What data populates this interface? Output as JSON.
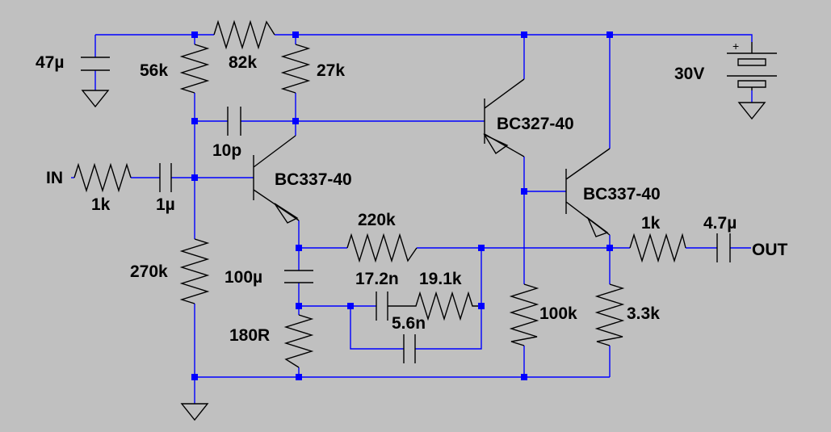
{
  "labels": {
    "c_47u": "47µ",
    "r_56k": "56k",
    "r_82k": "82k",
    "r_27k": "27k",
    "v_30v": "30V",
    "c_10p": "10p",
    "q_bc327": "BC327-40",
    "in": "IN",
    "q_bc337_1": "BC337-40",
    "q_bc337_2": "BC337-40",
    "r_1k_in": "1k",
    "c_1u": "1µ",
    "r_220k": "220k",
    "r_1k_out": "1k",
    "c_4_7u": "4.7µ",
    "out": "OUT",
    "r_270k": "270k",
    "c_100u": "100µ",
    "c_17_2n": "17.2n",
    "r_19_1k": "19.1k",
    "c_5_6n": "5.6n",
    "r_100k": "100k",
    "r_3_3k": "3.3k",
    "r_180r": "180R",
    "plus": "+"
  },
  "colors": {
    "background": "#c0c0c0",
    "wire": "#0000ff",
    "component": "#000000"
  }
}
